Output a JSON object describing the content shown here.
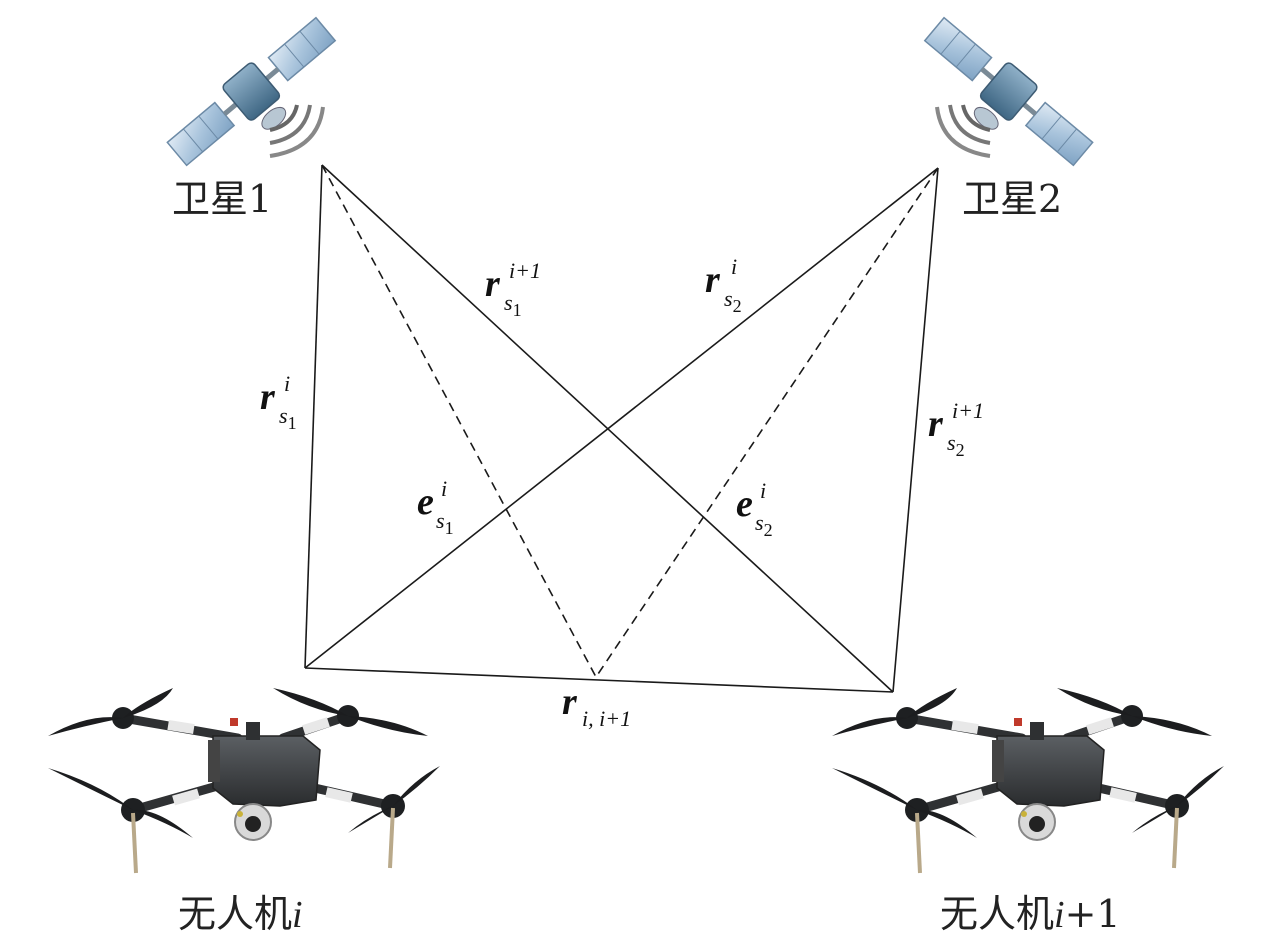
{
  "satellites": [
    {
      "id": "s1",
      "caption": "卫星1"
    },
    {
      "id": "s2",
      "caption": "卫星2"
    }
  ],
  "drones": [
    {
      "id": "d1",
      "prefix": "无人机",
      "index": "i",
      "suffix": ""
    },
    {
      "id": "d2",
      "prefix": "无人机",
      "index": "i",
      "suffix": "+1"
    }
  ],
  "vectors": {
    "r_s1_i": {
      "main": "r",
      "sub_letter": "s",
      "sub_num": "1",
      "sup": "i"
    },
    "r_s1_i1": {
      "main": "r",
      "sub_letter": "s",
      "sub_num": "1",
      "sup": "i+1"
    },
    "r_s2_i": {
      "main": "r",
      "sub_letter": "s",
      "sub_num": "2",
      "sup": "i"
    },
    "r_s2_i1": {
      "main": "r",
      "sub_letter": "s",
      "sub_num": "2",
      "sup": "i+1"
    },
    "e_s1_i": {
      "main": "e",
      "sub_letter": "s",
      "sub_num": "1",
      "sup": "i"
    },
    "e_s2_i": {
      "main": "e",
      "sub_letter": "s",
      "sub_num": "2",
      "sup": "i"
    },
    "r_baseline": {
      "main": "r",
      "sub": "i, i+1"
    }
  },
  "colors": {
    "line": "#1a1a1a",
    "panel": "#a9c4dc",
    "drone_body": "#3a3d40"
  }
}
